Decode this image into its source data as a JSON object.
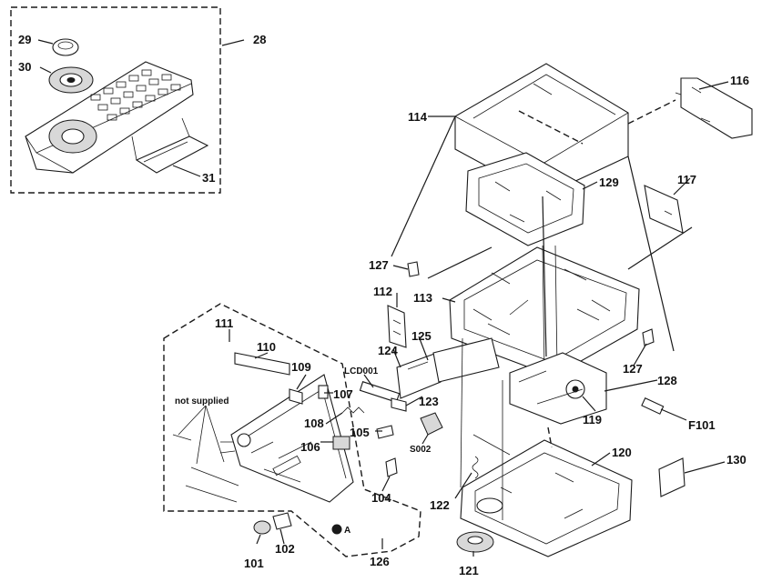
{
  "labels": {
    "l28": "28",
    "l29": "29",
    "l30": "30",
    "l31": "31",
    "l101": "101",
    "l102": "102",
    "l104": "104",
    "l105": "105",
    "l106": "106",
    "l107": "107",
    "l108": "108",
    "l109": "109",
    "l110": "110",
    "l111": "111",
    "l112": "112",
    "l113": "113",
    "l114": "114",
    "l116": "116",
    "l117": "117",
    "l119": "119",
    "l120": "120",
    "l121": "121",
    "l122": "122",
    "l123": "123",
    "l124": "124",
    "l125": "125",
    "l126": "126",
    "l127a": "127",
    "l127b": "127",
    "l128": "128",
    "l129": "129",
    "l130": "130",
    "lcd001": "LCD001",
    "s002": "S002",
    "f101": "F101",
    "a": "A",
    "not_supplied": "not supplied"
  }
}
